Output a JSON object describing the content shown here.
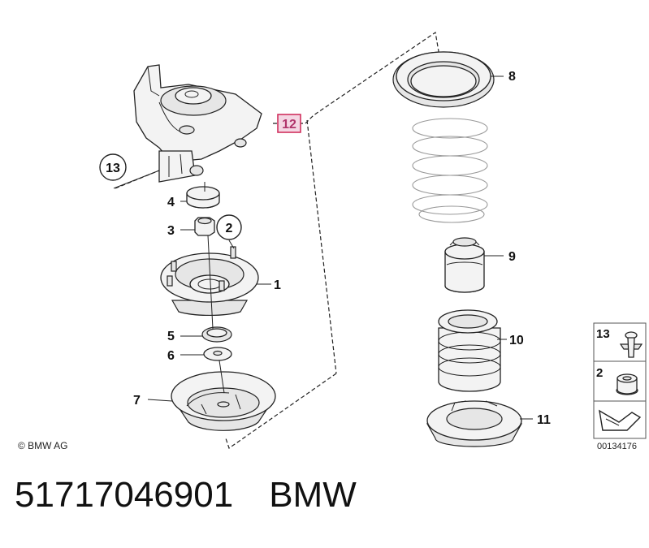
{
  "labels": {
    "l1": "1",
    "l2": "2",
    "l3": "3",
    "l4": "4",
    "l5": "5",
    "l6": "6",
    "l7": "7",
    "l8": "8",
    "l9": "9",
    "l10": "10",
    "l11": "11",
    "l12": "12",
    "l13": "13"
  },
  "legend": {
    "item13": "13",
    "item2": "2",
    "ref_number": "00134176"
  },
  "copyright": "© BMW AG",
  "part_number": "51717046901",
  "brand": "BMW",
  "colors": {
    "highlight": "#b0336a",
    "highlight_bg": "#f4d6e3",
    "line": "#222222"
  }
}
